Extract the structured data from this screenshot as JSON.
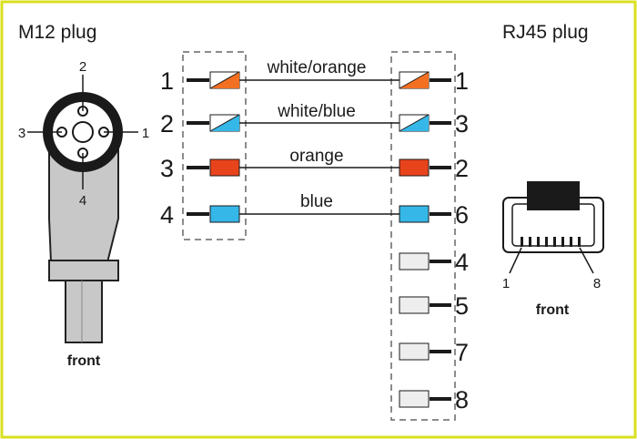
{
  "left_title": "M12 plug",
  "right_title": "RJ45 plug",
  "left_front_label": "front",
  "right_front_label": "front",
  "m12_pins": [
    "2",
    "3",
    "1",
    "4"
  ],
  "rj45_pin_labels": {
    "left": "1",
    "right": "8"
  },
  "colors": {
    "border": "#d9e021",
    "white": "#ffffff",
    "orange": "#f36f21",
    "blue": "#35b7e8",
    "red_orange": "#e8441b",
    "unused": "#eeeeee"
  },
  "wires": [
    {
      "m12_pin": "1",
      "rj45_pin": "1",
      "label": "white/orange",
      "style": "white-orange"
    },
    {
      "m12_pin": "2",
      "rj45_pin": "3",
      "label": "white/blue",
      "style": "white-blue"
    },
    {
      "m12_pin": "3",
      "rj45_pin": "2",
      "label": "orange",
      "style": "orange"
    },
    {
      "m12_pin": "4",
      "rj45_pin": "6",
      "label": "blue",
      "style": "blue"
    }
  ],
  "unused_rj45_pins": [
    "4",
    "5",
    "7",
    "8"
  ]
}
